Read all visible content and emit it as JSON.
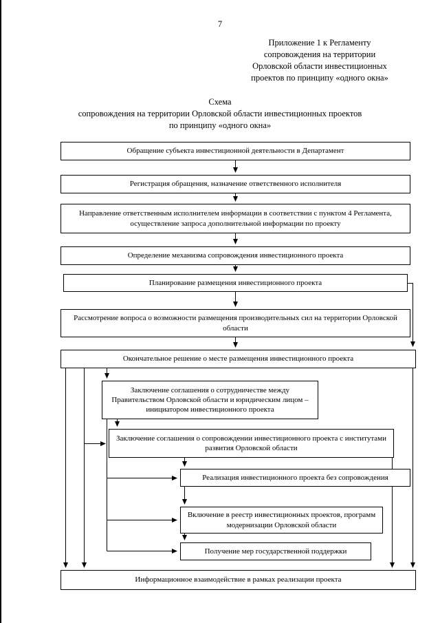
{
  "page": {
    "number": "7"
  },
  "appendix": {
    "line1": "Приложение 1 к Регламенту",
    "line2": "сопровождения на территории",
    "line3": "Орловской области инвестиционных",
    "line4": "проектов по принципу «одного окна»"
  },
  "title": {
    "line1": "Схема",
    "line2": "сопровождения на территории Орловской области инвестиционных проектов",
    "line3": "по принципу «одного окна»"
  },
  "flowchart": {
    "nodes": [
      {
        "label": "Обращение субъекта инвестиционной деятельности в Департамент"
      },
      {
        "label": "Регистрация обращения, назначение ответственного исполнителя"
      },
      {
        "label": "Направление ответственным исполнителем информации в соответствии с пунктом 4 Регламента, осуществление запроса дополнительной информации по проекту"
      },
      {
        "label": "Определение механизма сопровождения инвестиционного проекта"
      },
      {
        "label": "Планирование размещения инвестиционного проекта"
      },
      {
        "label": "Рассмотрение вопроса о возможности размещения производительных сил на территории Орловской области"
      },
      {
        "label": "Окончательное решение о месте размещения инвестиционного проекта"
      },
      {
        "label": "Заключение соглашения о сотрудничестве между Правительством Орловской области и юридическим лицом – инициатором инвестиционного проекта"
      },
      {
        "label": "Заключение соглашения о сопровождении инвестиционного проекта с институтами развития Орловской области"
      },
      {
        "label": "Реализация инвестиционного проекта без сопровождения"
      },
      {
        "label": "Включение в реестр инвестиционных проектов, программ модернизации Орловской области"
      },
      {
        "label": "Получение мер государственной поддержки"
      },
      {
        "label": "Информационное взаимодействие в рамках реализации проекта"
      }
    ]
  }
}
